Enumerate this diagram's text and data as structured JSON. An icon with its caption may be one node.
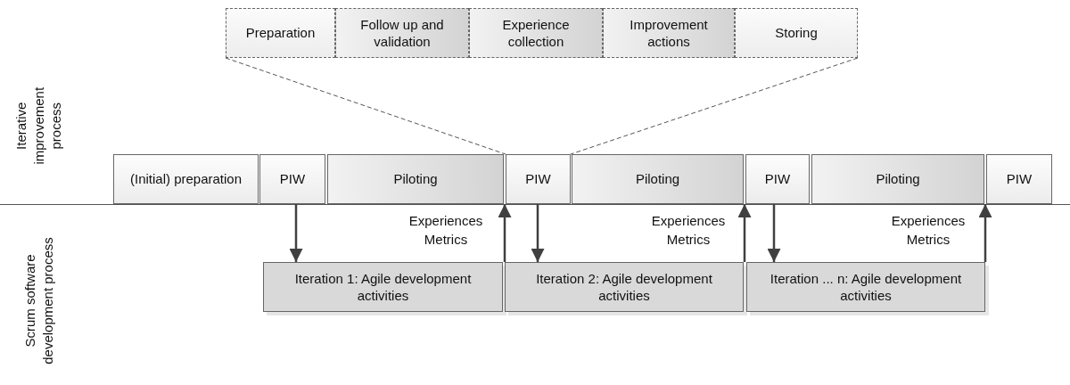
{
  "diagram": {
    "nodes": [
      {
        "text": [
          "Preparation"
        ]
      },
      {
        "text": [
          "Follow up and validation"
        ]
      },
      {
        "text": [
          "Experience collection"
        ]
      },
      {
        "text": [
          "Improvement actions"
        ]
      },
      {
        "text": [
          "Storing"
        ]
      },
      {
        "text": [
          "(Initial) preparation"
        ]
      },
      {
        "text": [
          "PIW"
        ]
      },
      {
        "text": [
          "Piloting"
        ]
      },
      {
        "text": [
          "PIW"
        ]
      },
      {
        "text": [
          "Piloting"
        ]
      },
      {
        "text": [
          "PIW"
        ]
      },
      {
        "text": [
          "Piloting"
        ]
      },
      {
        "text": [
          "PIW"
        ]
      },
      {
        "text": [
          "Iteration 1: Agile development activities"
        ]
      },
      {
        "text": [
          "Iteration 2: Agile development activities"
        ]
      },
      {
        "text": [
          "Iteration ... n: Agile development activities"
        ]
      }
    ],
    "edges": [
      {
        "from": 6,
        "to": 13,
        "arrow": "to"
      },
      {
        "from": 13,
        "to": 8,
        "arrow": "to",
        "label": "Experiences Metrics"
      },
      {
        "from": 8,
        "to": 14,
        "arrow": "to"
      },
      {
        "from": 14,
        "to": 10,
        "arrow": "to",
        "label": "Experiences Metrics"
      },
      {
        "from": 10,
        "to": 15,
        "arrow": "to"
      },
      {
        "from": 15,
        "to": 12,
        "arrow": "to",
        "label": "Experiences Metrics"
      },
      {
        "from": 0,
        "to": 8,
        "arrow": "none",
        "style": "dashed"
      },
      {
        "from": 4,
        "to": 8,
        "arrow": "none",
        "style": "dashed"
      }
    ],
    "labels": [
      "Iterative improvement process",
      "Scrum software development process"
    ]
  }
}
